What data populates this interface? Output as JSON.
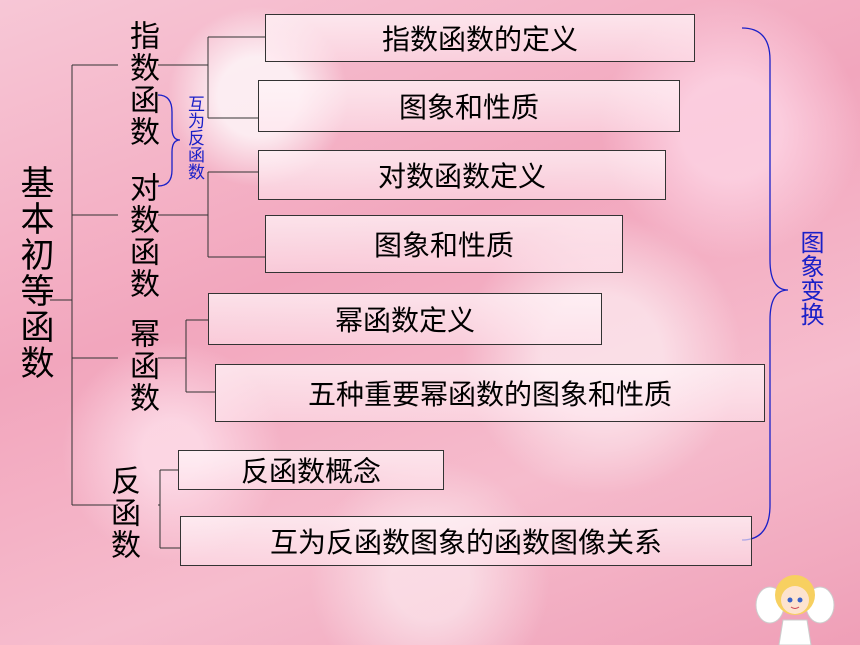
{
  "main_title": "基本初等函数",
  "categories": {
    "exp": "指数函数",
    "log": "对数函数",
    "power": "幂函数",
    "inverse": "反函数"
  },
  "inverse_note": "互为反函数",
  "transform_label": "图象变换",
  "boxes": {
    "exp_def": "指数函数的定义",
    "exp_graph": "图象和性质",
    "log_def": "对数函数定义",
    "log_graph": "图象和性质",
    "power_def": "幂函数定义",
    "power_graph": "五种重要幂函数的图象和性质",
    "inv_concept": "反函数概念",
    "inv_graph": "互为反函数图象的函数图像关系"
  },
  "colors": {
    "accent_blue": "#1a20c8",
    "line": "#333333"
  }
}
